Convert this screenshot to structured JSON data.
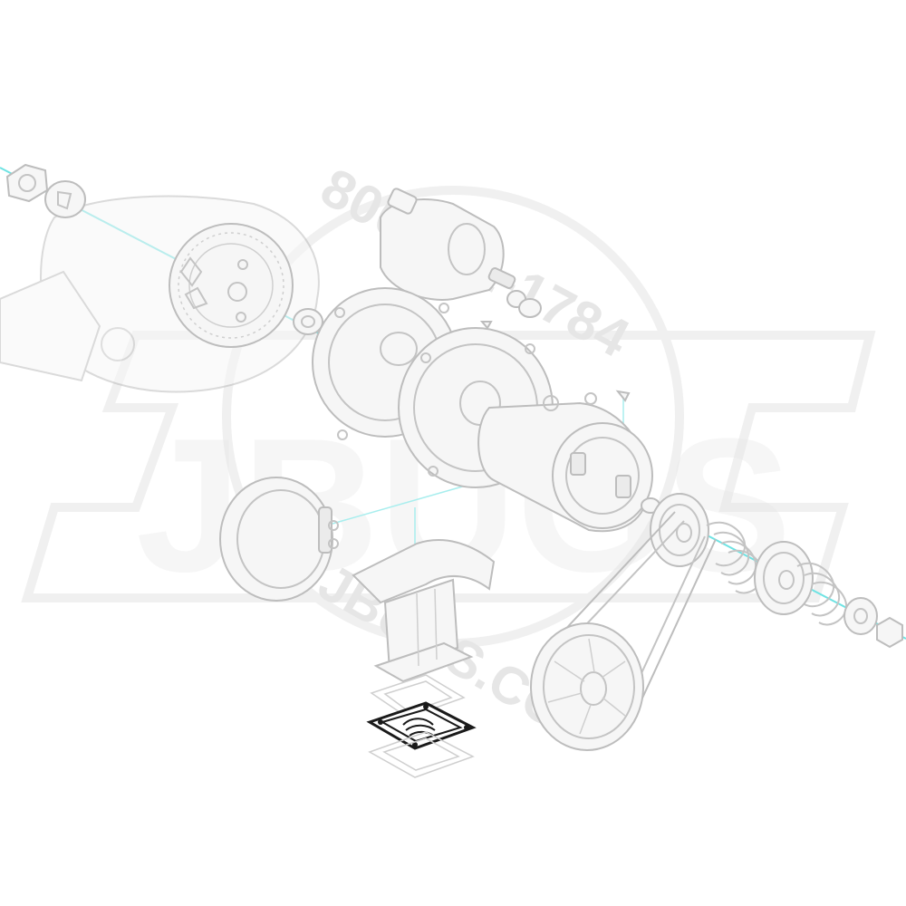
{
  "watermark": {
    "brand": "JBUGS",
    "phone": "800-231-1784",
    "website": "JBUGS.COM"
  },
  "colors": {
    "axis": "#6fe3e3",
    "part_outline": "#bdbdbd",
    "highlight": "#1a1a1a"
  },
  "highlighted_part": "gasket-plate"
}
